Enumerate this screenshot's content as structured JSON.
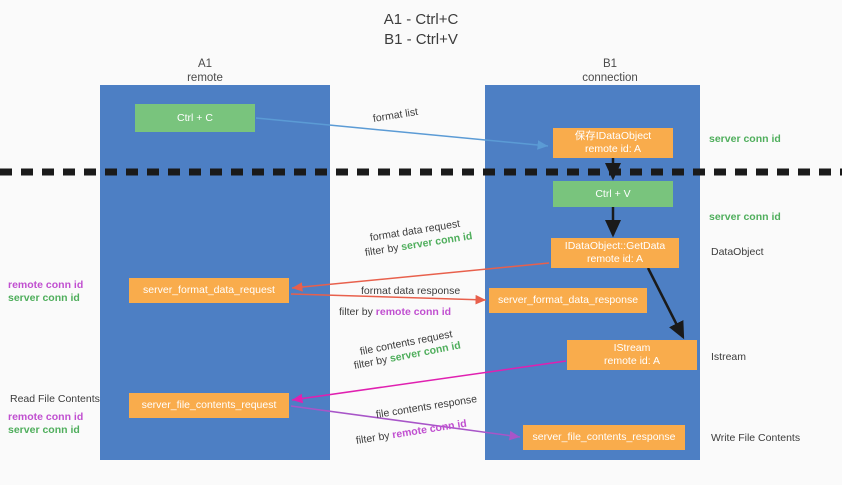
{
  "title": {
    "line1": "A1 - Ctrl+C",
    "line2": "B1 - Ctrl+V"
  },
  "lanes": [
    {
      "id": "a1",
      "name": "A1",
      "sub": "remote",
      "color": "#4d7fc4"
    },
    {
      "id": "b1",
      "name": "B1",
      "sub": "connection",
      "color": "#4d7fc4"
    }
  ],
  "colors": {
    "lane": "#4d7fc4",
    "node_orange": "#f9ac4c",
    "node_green": "#79c47d",
    "server_conn": "#4fae5c",
    "remote_conn": "#c04fd0",
    "arrow_blue": "#5b9bd5",
    "arrow_red": "#e8604c",
    "arrow_magenta": "#e020b0",
    "arrow_purple": "#a855c8",
    "arrow_dark": "#1a1a1a",
    "divider": "#1a1a1a"
  },
  "nodes": {
    "ctrl_c": {
      "label": "Ctrl + C",
      "kind": "green"
    },
    "data_object": {
      "line1": "保存IDataObject",
      "line2": "remote id: A",
      "kind": "orange"
    },
    "ctrl_v": {
      "label": "Ctrl + V",
      "kind": "green"
    },
    "get_data": {
      "line1": "IDataObject::GetData",
      "line2": "remote id: A",
      "kind": "orange"
    },
    "istream": {
      "line1": "IStream",
      "line2": "remote id: A",
      "kind": "orange"
    },
    "server_format_data_request": {
      "label": "server_format_data_request",
      "kind": "orange"
    },
    "server_format_data_response": {
      "label": "server_format_data_response",
      "kind": "orange"
    },
    "server_file_contents_request": {
      "label": "server_file_contents_request",
      "kind": "orange"
    },
    "server_file_contents_response": {
      "label": "server_file_contents_response",
      "kind": "orange"
    }
  },
  "edge_labels": {
    "format_list": "format list",
    "format_data_request": "format data request",
    "format_data_response": "format data response",
    "file_contents_request": "file contents request",
    "file_contents_response": "file contents response",
    "filter_by": "filter by",
    "server_conn_id": "server conn id",
    "remote_conn_id": "remote conn id"
  },
  "right_labels": {
    "server_conn_id_top": "server conn id",
    "server_conn_id_mid": "server conn id",
    "data_object": "DataObject",
    "istream": "Istream",
    "write_file_contents": "Write File Contents"
  },
  "left_labels": {
    "remote_conn_id_1": "remote conn id",
    "server_conn_id_1": "server conn id",
    "read_file_contents": "Read File Contents",
    "remote_conn_id_2": "remote conn id",
    "server_conn_id_2": "server conn id"
  }
}
